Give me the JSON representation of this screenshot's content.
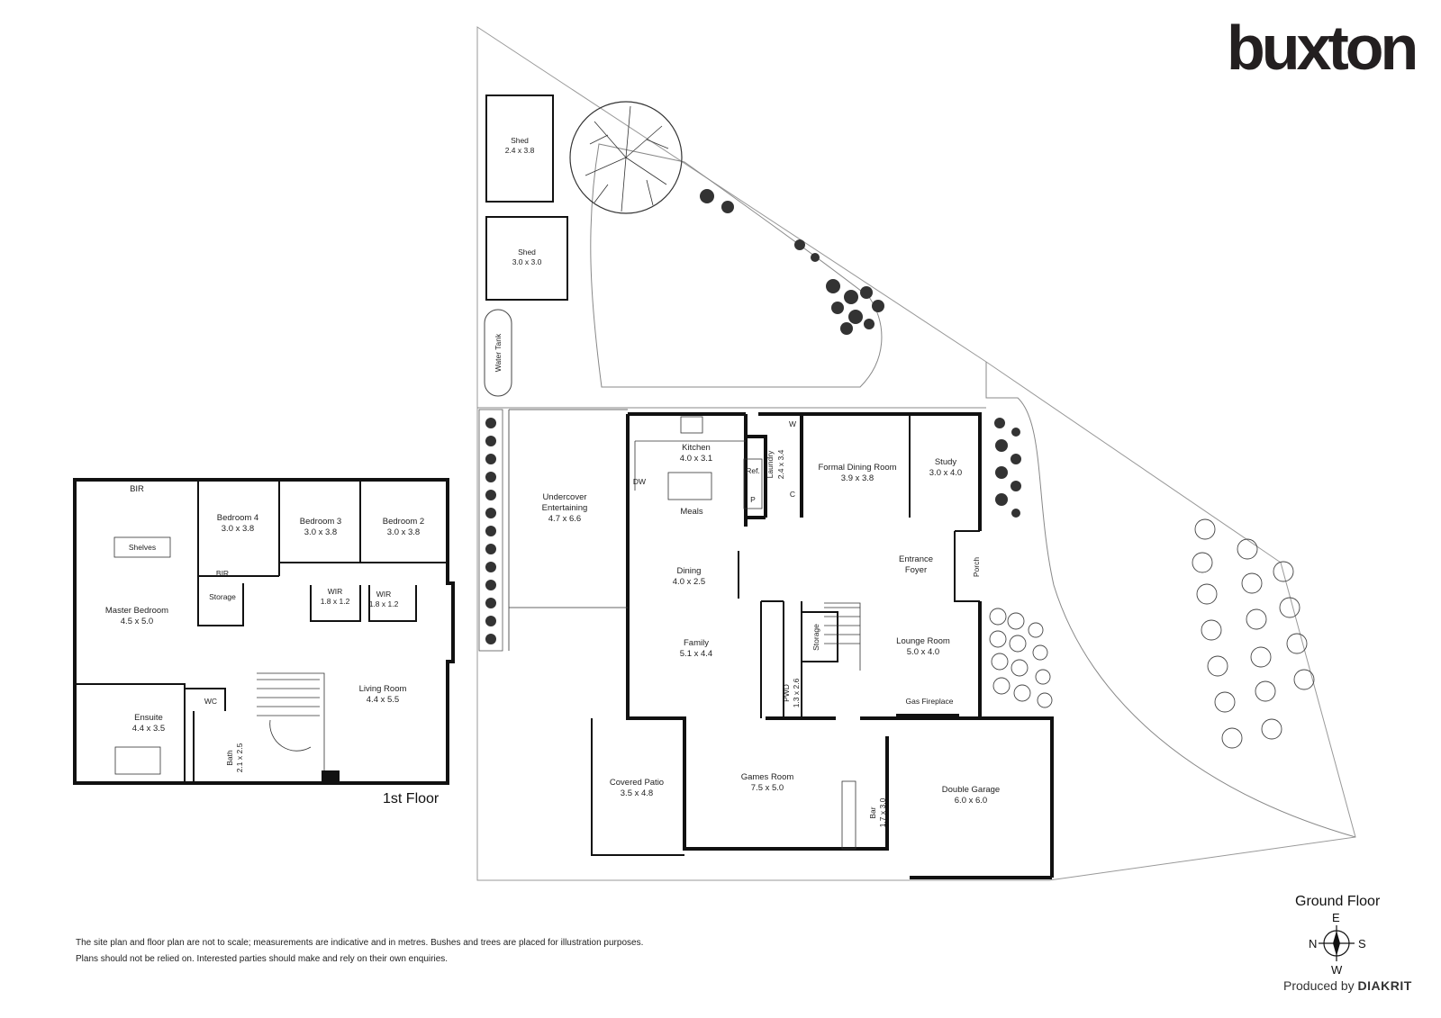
{
  "brand": {
    "name": "buxton"
  },
  "floors": {
    "first": "1st Floor",
    "ground": "Ground Floor"
  },
  "rooms_ground": {
    "shed1_name": "Shed",
    "shed1_dim": "2.4 x 3.8",
    "shed2_name": "Shed",
    "shed2_dim": "3.0 x 3.0",
    "water_tank": "Water Tank",
    "undercover_1": "Undercover",
    "undercover_2": "Entertaining",
    "undercover_dim": "4.7 x 6.6",
    "kitchen_name": "Kitchen",
    "kitchen_dim": "4.0 x 3.1",
    "meals": "Meals",
    "dining_name": "Dining",
    "dining_dim": "4.0 x 2.5",
    "family_name": "Family",
    "family_dim": "5.1 x 4.4",
    "dw": "DW",
    "ref": "Ref.",
    "pantry": "P",
    "laundry": "Laundry",
    "laundry_dim": "2.4 x 3.4",
    "w": "W",
    "c": "C",
    "formal_name": "Formal Dining Room",
    "formal_dim": "3.9 x 3.8",
    "study_name": "Study",
    "study_dim": "3.0 x 4.0",
    "entrance_1": "Entrance",
    "entrance_2": "Foyer",
    "porch": "Porch",
    "lounge_name": "Lounge Room",
    "lounge_dim": "5.0 x 4.0",
    "storage": "Storage",
    "pwd": "PWD",
    "pwd_dim": "1.3 x 2.6",
    "gas_fireplace": "Gas Fireplace",
    "covered_patio_name": "Covered Patio",
    "covered_patio_dim": "3.5 x 4.8",
    "games_name": "Games Room",
    "games_dim": "7.5 x 5.0",
    "bar": "Bar",
    "bar_dim": "1.7 x 3.0",
    "garage_name": "Double Garage",
    "garage_dim": "6.0 x 6.0"
  },
  "rooms_first": {
    "bir_top": "BIR",
    "shelves": "Shelves",
    "master_name": "Master Bedroom",
    "master_dim": "4.5 x 5.0",
    "bed4_name": "Bedroom 4",
    "bed4_dim": "3.0 x 3.8",
    "bed3_name": "Bedroom 3",
    "bed3_dim": "3.0 x 3.8",
    "bed2_name": "Bedroom 2",
    "bed2_dim": "3.0 x 3.8",
    "bir": "BIR",
    "storage": "Storage",
    "wir1": "WIR",
    "wir1_dim": "1.8 x 1.2",
    "wir2": "WIR",
    "wir2_dim": "1.8 x 1.2",
    "living_name": "Living Room",
    "living_dim": "4.4 x 5.5",
    "wc": "WC",
    "ensuite_name": "Ensuite",
    "ensuite_dim": "4.4 x 3.5",
    "bath": "Bath",
    "bath_dim": "2.1 x 2.5"
  },
  "disclaimer": {
    "line1": "The site plan and floor plan are not to scale; measurements are indicative and in metres. Bushes and trees are placed for illustration purposes.",
    "line2": "Plans should not be relied on. Interested parties should make and rely on their own enquiries."
  },
  "compass": {
    "e": "E",
    "n": "N",
    "s": "S",
    "w": "W"
  },
  "produced": {
    "prefix": "Produced by",
    "company": "DIAKRIT"
  }
}
